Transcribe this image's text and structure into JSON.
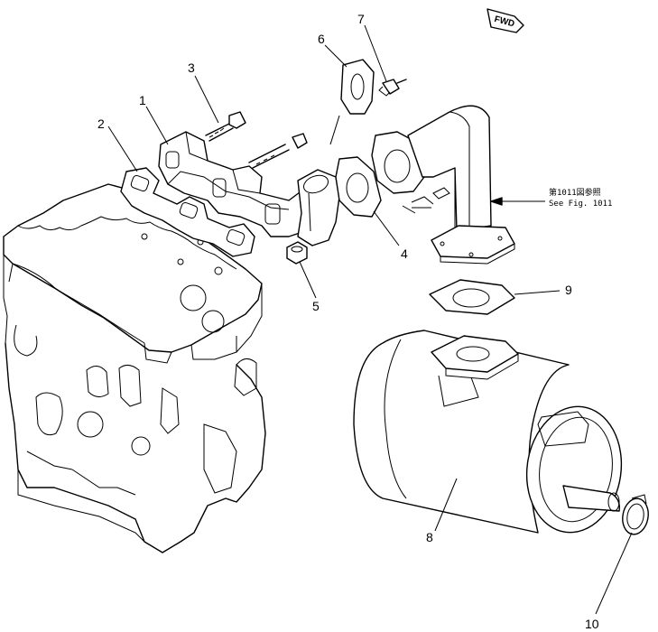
{
  "fwd_label": "FWD",
  "reference_note": {
    "line1": "第1011図参照",
    "line2": "See Fig. 1011"
  },
  "callouts": [
    "1",
    "2",
    "3",
    "4",
    "5",
    "6",
    "7",
    "8",
    "9",
    "10"
  ]
}
